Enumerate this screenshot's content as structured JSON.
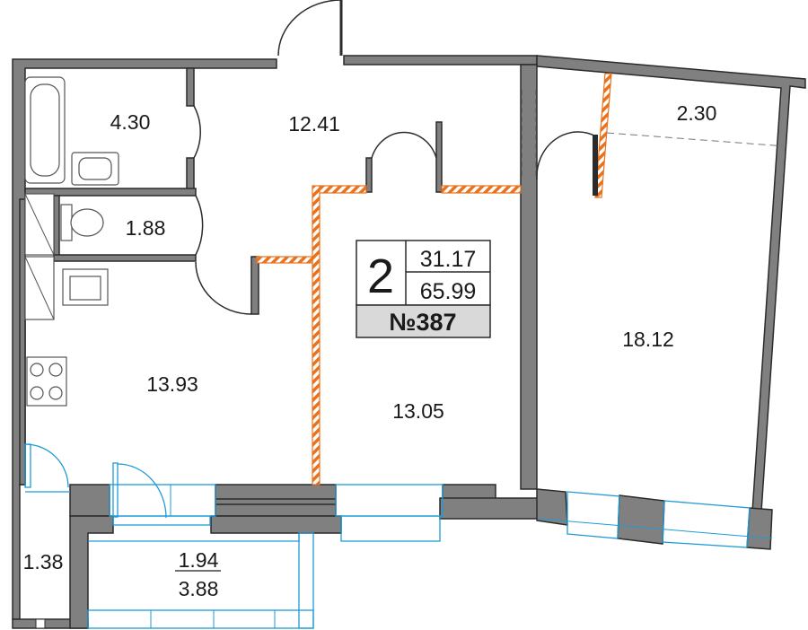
{
  "rooms": {
    "bathroom": "4.30",
    "hallway": "12.41",
    "wc": "1.88",
    "kitchen": "13.93",
    "bedroom": "13.05",
    "living_room": "18.12",
    "closet": "2.30",
    "storage": "1.38",
    "balcony_top": "1.94",
    "balcony_bottom": "3.88"
  },
  "summary": {
    "rooms_count": "2",
    "living_area": "31.17",
    "total_area": "65.99",
    "apartment_number": "№387"
  },
  "colors": {
    "wall": "#808080",
    "partition_hatch": "#e8731e",
    "window": "#1e9bd7",
    "label_bg": "#d9d9d9"
  }
}
